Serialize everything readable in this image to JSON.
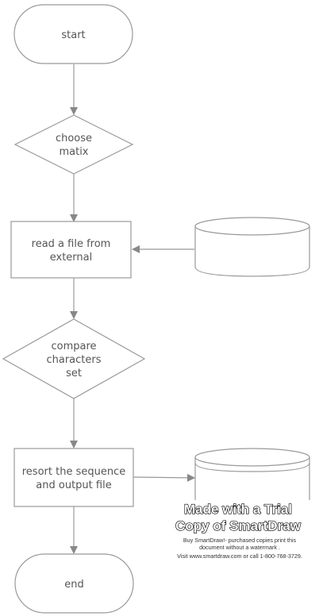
{
  "diagram": {
    "nodes": {
      "start": {
        "label": "start"
      },
      "choose": {
        "lines": [
          "choose",
          "matix"
        ]
      },
      "read": {
        "lines": [
          "read a file from",
          "external"
        ]
      },
      "compare": {
        "lines": [
          "compare",
          "characters",
          "set"
        ]
      },
      "resort": {
        "lines": [
          "resort the sequence",
          "and output file"
        ]
      },
      "end": {
        "label": "end"
      }
    },
    "colors": {
      "stroke": "#999999",
      "text": "#555555",
      "arrow": "#888888"
    }
  },
  "watermark": {
    "line1": "Made with a Trial",
    "line2": "Copy of SmartDraw",
    "small1": "Buy SmartDraw!- purchased copies print this",
    "small2": "document without a watermark .",
    "small3": "Visit www.smartdraw.com or call 1-800-768-3729."
  }
}
